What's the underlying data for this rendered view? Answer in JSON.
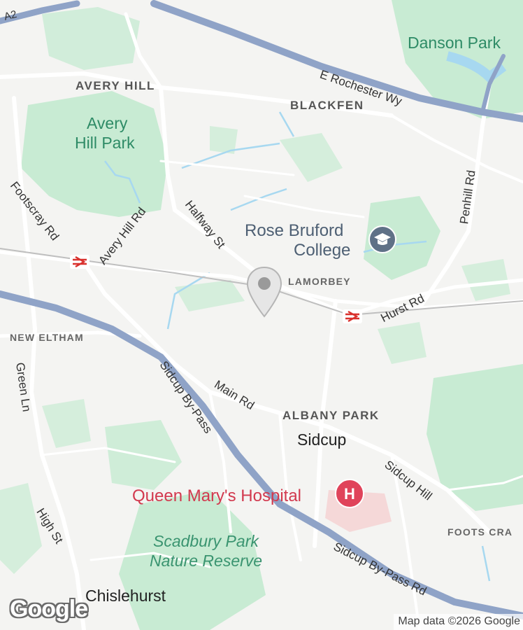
{
  "map": {
    "colors": {
      "background": "#f4f4f2",
      "park": "#c8ebd3",
      "water": "#a7d8f0",
      "major_road": "#8fa3c7",
      "minor_road": "#ffffff",
      "hospital_area": "#f5d8d8",
      "hospital_red": "#e0435a",
      "college_icon": "#5f7187"
    },
    "areas": {
      "avery_hill": "AVERY HILL",
      "blackfen": "BLACKFEN",
      "lamorbey": "LAMORBEY",
      "new_eltham": "NEW ELTHAM",
      "albany_park": "ALBANY PARK",
      "foots_cray": "FOOTS CRA"
    },
    "parks": {
      "danson_park": "Danson Park",
      "avery_hill_park_1": "Avery",
      "avery_hill_park_2": "Hill Park",
      "scadbury_1": "Scadbury Park",
      "scadbury_2": "Nature Reserve"
    },
    "roads": {
      "a2": "A2",
      "rochester_wy": "E Rochester Wy",
      "footscray_rd": "Footscray Rd",
      "avery_hill_rd": "Avery Hill Rd",
      "halfway_st": "Halfway St",
      "penhill_rd": "Penhill Rd",
      "hurst_rd": "Hurst Rd",
      "green_ln": "Green Ln",
      "sidcup_bypass": "Sidcup By-Pass",
      "main_rd": "Main Rd",
      "sidcup_hill": "Sidcup Hill",
      "high_st": "High St",
      "sidcup_bypass_rd": "Sidcup By-Pass Rd"
    },
    "places": {
      "rose_bruford_1": "Rose Bruford",
      "rose_bruford_2": "College",
      "sidcup": "Sidcup",
      "queen_marys": "Queen Mary's Hospital",
      "chislehurst": "Chislehurst"
    },
    "icons": {
      "college": "graduation-cap-icon",
      "hospital": "hospital-h-icon",
      "pin": "map-pin-icon",
      "rail": "national-rail-icon"
    },
    "logo": "Google",
    "attribution": "Map data ©2026 Google"
  }
}
